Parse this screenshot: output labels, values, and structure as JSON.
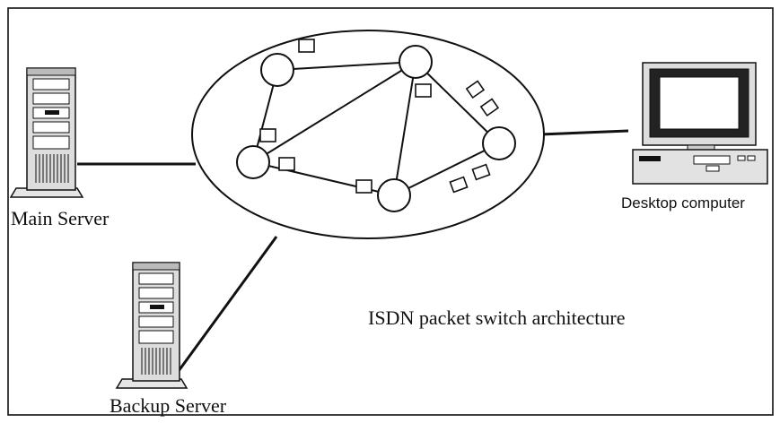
{
  "labels": {
    "main_server": "Main Server",
    "backup_server": "Backup Server",
    "desktop_computer": "Desktop computer",
    "caption": "ISDN packet switch architecture"
  },
  "colors": {
    "ink": "#111111",
    "background": "#ffffff"
  }
}
